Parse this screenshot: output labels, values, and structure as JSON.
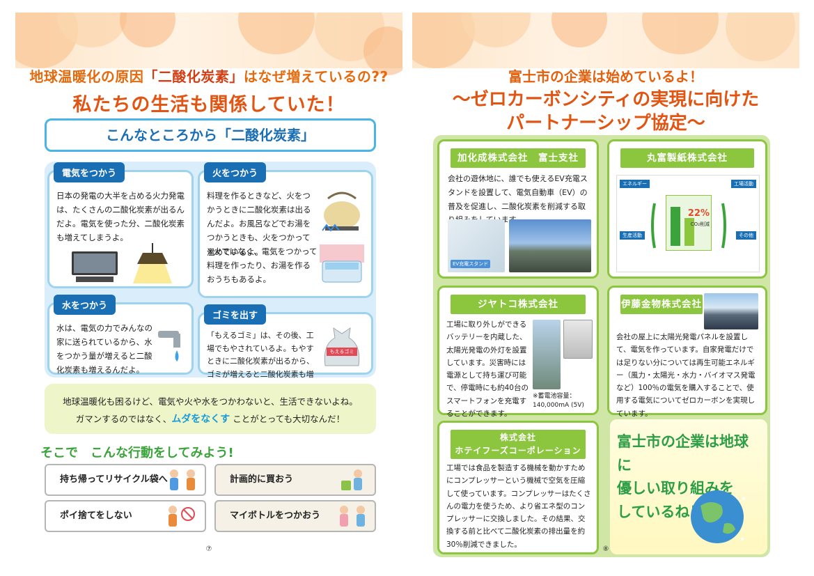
{
  "left": {
    "heading1": "地球温暖化の原因",
    "heading1_key": "「二酸化炭素」",
    "heading1_rest": "はなぜ増えているの??",
    "heading2": "私たちの生活も関係していた！",
    "banner": "こんなところから「二酸化炭素」",
    "cards": [
      {
        "tab": "電気をつかう",
        "text": "日本の発電の大半を占める火力発電は、たくさんの二酸化炭素が出るんだよ。電気を使った分、二酸化炭素も増えてしまうよ。"
      },
      {
        "tab": "火をつかう",
        "text": "料理を作るときなど、火をつかうときに二酸化炭素は出るんだよ。お風呂などでお湯をつかうときも、火をつかって温めているよ。",
        "note": "※火ではなく、電気をつかって料理を作ったり、お湯を作るおうちもあるよ。"
      },
      {
        "tab": "水をつかう",
        "text": "水は、電気の力でみんなの家に送られているから、水をつかう量が増えると二酸化炭素も増えるんだよ。"
      },
      {
        "tab": "ゴミを出す",
        "text": "「もえるゴミ」は、その後、工場でもやされているよ。もやすときに二酸化炭素が出るから、ゴミが増えると二酸化炭素も増えてしまうよ。",
        "bag_label": "もえるゴミ"
      }
    ],
    "message_line1": "地球温暖化も困るけど、電気や火や水をつかわないと、生活できないよね。",
    "message_line2_a": "ガマンするのではなく、",
    "message_line2_em": "ムダをなくす",
    "message_line2_b": "ことがとっても大切なんだ！",
    "actions_title": "そこで　こんな行動をしてみよう!",
    "actions": [
      "持ち帰ってリサイクル袋へ",
      "計画的に買おう",
      "ポイ捨てをしない",
      "マイボトルをつかおう"
    ],
    "page_number": "⑦"
  },
  "right": {
    "heading1": "富士市の企業は始めているよ！",
    "heading2_line1": "～ゼロカーボンシティの実現に向けた",
    "heading2_line2": "パートナーシップ協定～",
    "companies": [
      {
        "name": "加化成株式会社　富士支社",
        "text": "会社の遊休地に、誰でも使えるEV充電スタンドを設置して、電気自動車（EV）の普及を促進し、二酸化炭素を削減する取り組みをしています。",
        "photo_caption": "EV充電スタンド"
      },
      {
        "name": "丸富製紙株式会社",
        "diagram_labels": [
          "エネルギー",
          "工場活動",
          "生産活動",
          "その他"
        ],
        "diagram_center": "22%",
        "diagram_center_label": "CO₂削減"
      },
      {
        "name": "ジヤトコ株式会社",
        "text": "工場に取り外しができるバッテリーを内蔵した、太陽光発電の外灯を設置しています。災害時には電源として持ち運び可能で、停電時にも約40台のスマートフォンを充電することができます。",
        "note_label": "※蓄電池容量：",
        "note_value": "140,000mA (5V)"
      },
      {
        "name": "伊藤金物株式会社",
        "text": "会社の屋上に太陽光発電パネルを設置して、電気を作っています。自家発電だけでは足りない分については再生可能エネルギー（風力・太陽光・水力・バイオマス発電など）100％の電気を購入することで、使用する電気についてゼロカーボンを実現しています。"
      },
      {
        "name_line1": "株式会社",
        "name_line2": "ホテイフーズコーポレーション",
        "text": "工場では食品を製造する機械を動かすためにコンプレッサーという機械で空気を圧縮して使っています。コンプレッサーはたくさんの電力を使うため、より省エネ型のコンプレッサーに交換しました。その結果、交換する前と比べて二酸化炭素の排出量を約30％削減できました。"
      }
    ],
    "final_line1": "富士市の企業は地球に",
    "final_line2": "優しい取り組みを",
    "final_line3": "しているね！",
    "page_number": "⑧"
  },
  "colors": {
    "orange": "#e25412",
    "blue": "#1a6fb4",
    "light_blue": "#49b4e5",
    "green": "#8cc63e",
    "dark_green": "#2d9e46"
  }
}
